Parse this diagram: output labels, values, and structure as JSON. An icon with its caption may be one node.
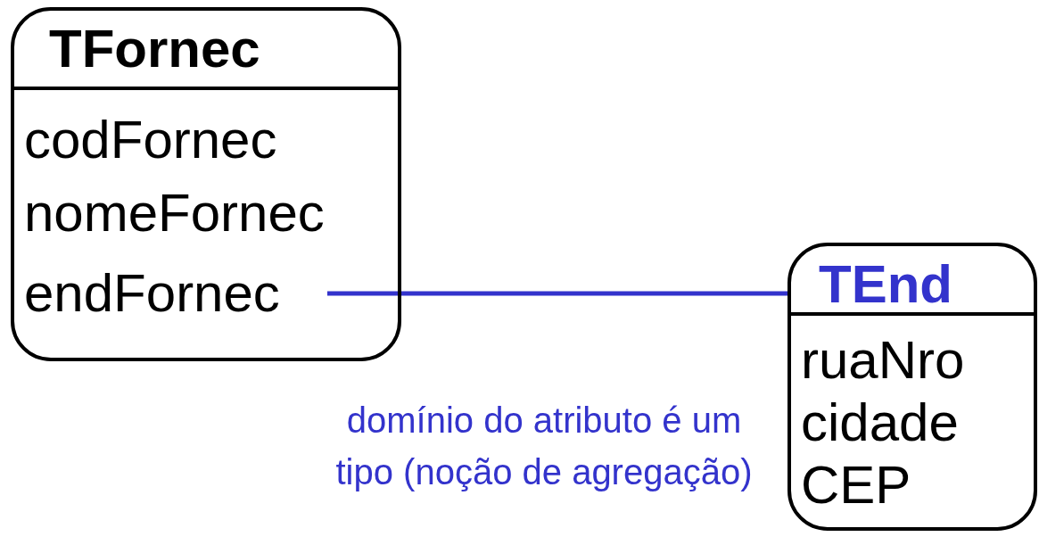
{
  "diagram": {
    "nodes": [
      {
        "text": [
          "TFornec",
          "codFornec",
          "nomeFornec"
        ]
      },
      {
        "text": [
          "endFornec"
        ],
        "in": 0
      },
      {
        "text": [
          "TEnd",
          "ruaNro",
          "cidade",
          "CEP"
        ]
      }
    ],
    "edges": [
      {
        "from": 1,
        "to": 2,
        "arrow": "none",
        "color": "#3333cc"
      }
    ],
    "labels": [
      "domínio do atributo é um tipo (noção de agregação)"
    ]
  }
}
